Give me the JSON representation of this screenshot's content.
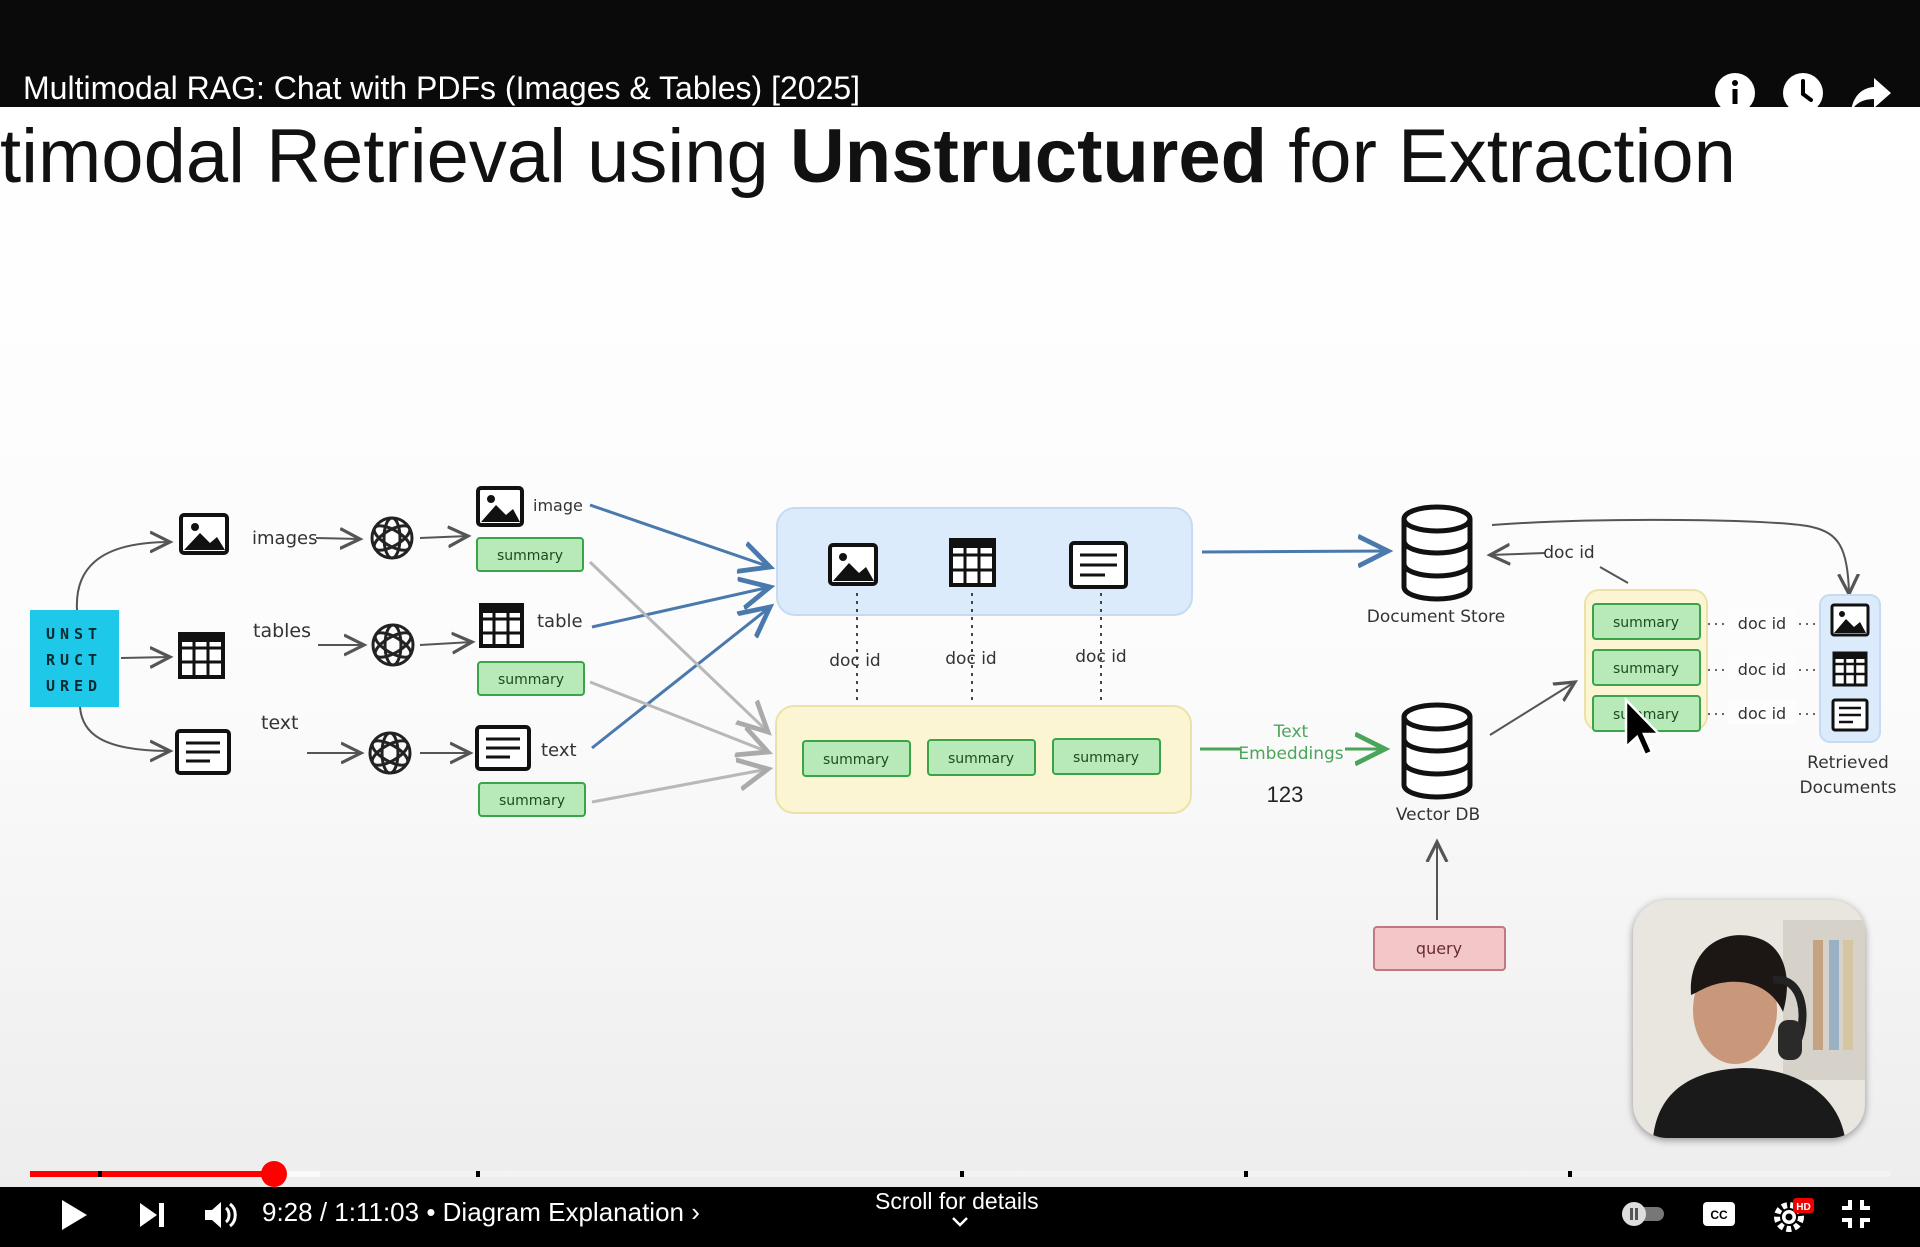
{
  "video": {
    "title": "Multimodal RAG: Chat with PDFs (Images & Tables) [2025]"
  },
  "top_actions": [
    {
      "icon": "info-icon"
    },
    {
      "icon": "watch-later-icon"
    },
    {
      "icon": "share-icon"
    }
  ],
  "slide": {
    "title_pre": "timodal Retrieval using ",
    "title_bold": "Unstructured",
    "title_post": " for Extraction"
  },
  "diagram": {
    "logo_lines": [
      "UNST",
      "RUCT",
      "URED"
    ],
    "rows": [
      {
        "input": "images",
        "output": "image",
        "summary": "summary"
      },
      {
        "input": "tables",
        "output": "table",
        "summary": "summary"
      },
      {
        "input": "text",
        "output": "text",
        "summary": "summary"
      }
    ],
    "doc_id": "doc id",
    "summary": "summary",
    "text_embeddings": "Text\nEmbeddings",
    "embedding_value": "123",
    "document_store": "Document Store",
    "vector_db": "Vector DB",
    "query": "query",
    "retrieved": "Retrieved\nDocuments",
    "colors": {
      "unstructured": "#1ec8e8",
      "blue_box": "#dcebfb",
      "yellow_box": "#fbf5d4",
      "summary_fill": "#b7eab8",
      "summary_stroke": "#3aa548",
      "query_fill": "#f3c6c8",
      "blue_arrow": "#4a79ad",
      "green_text": "#4aa55a"
    }
  },
  "player": {
    "current_time": "9:28",
    "duration": "1:11:03",
    "time_display": "9:28 / 1:11:03 • Diagram Explanation ›",
    "chapter": "Diagram Explanation",
    "scroll_hint": "Scroll for details",
    "progress_fraction": 0.131,
    "quality_badge": "HD",
    "accent": "#ff0000"
  }
}
